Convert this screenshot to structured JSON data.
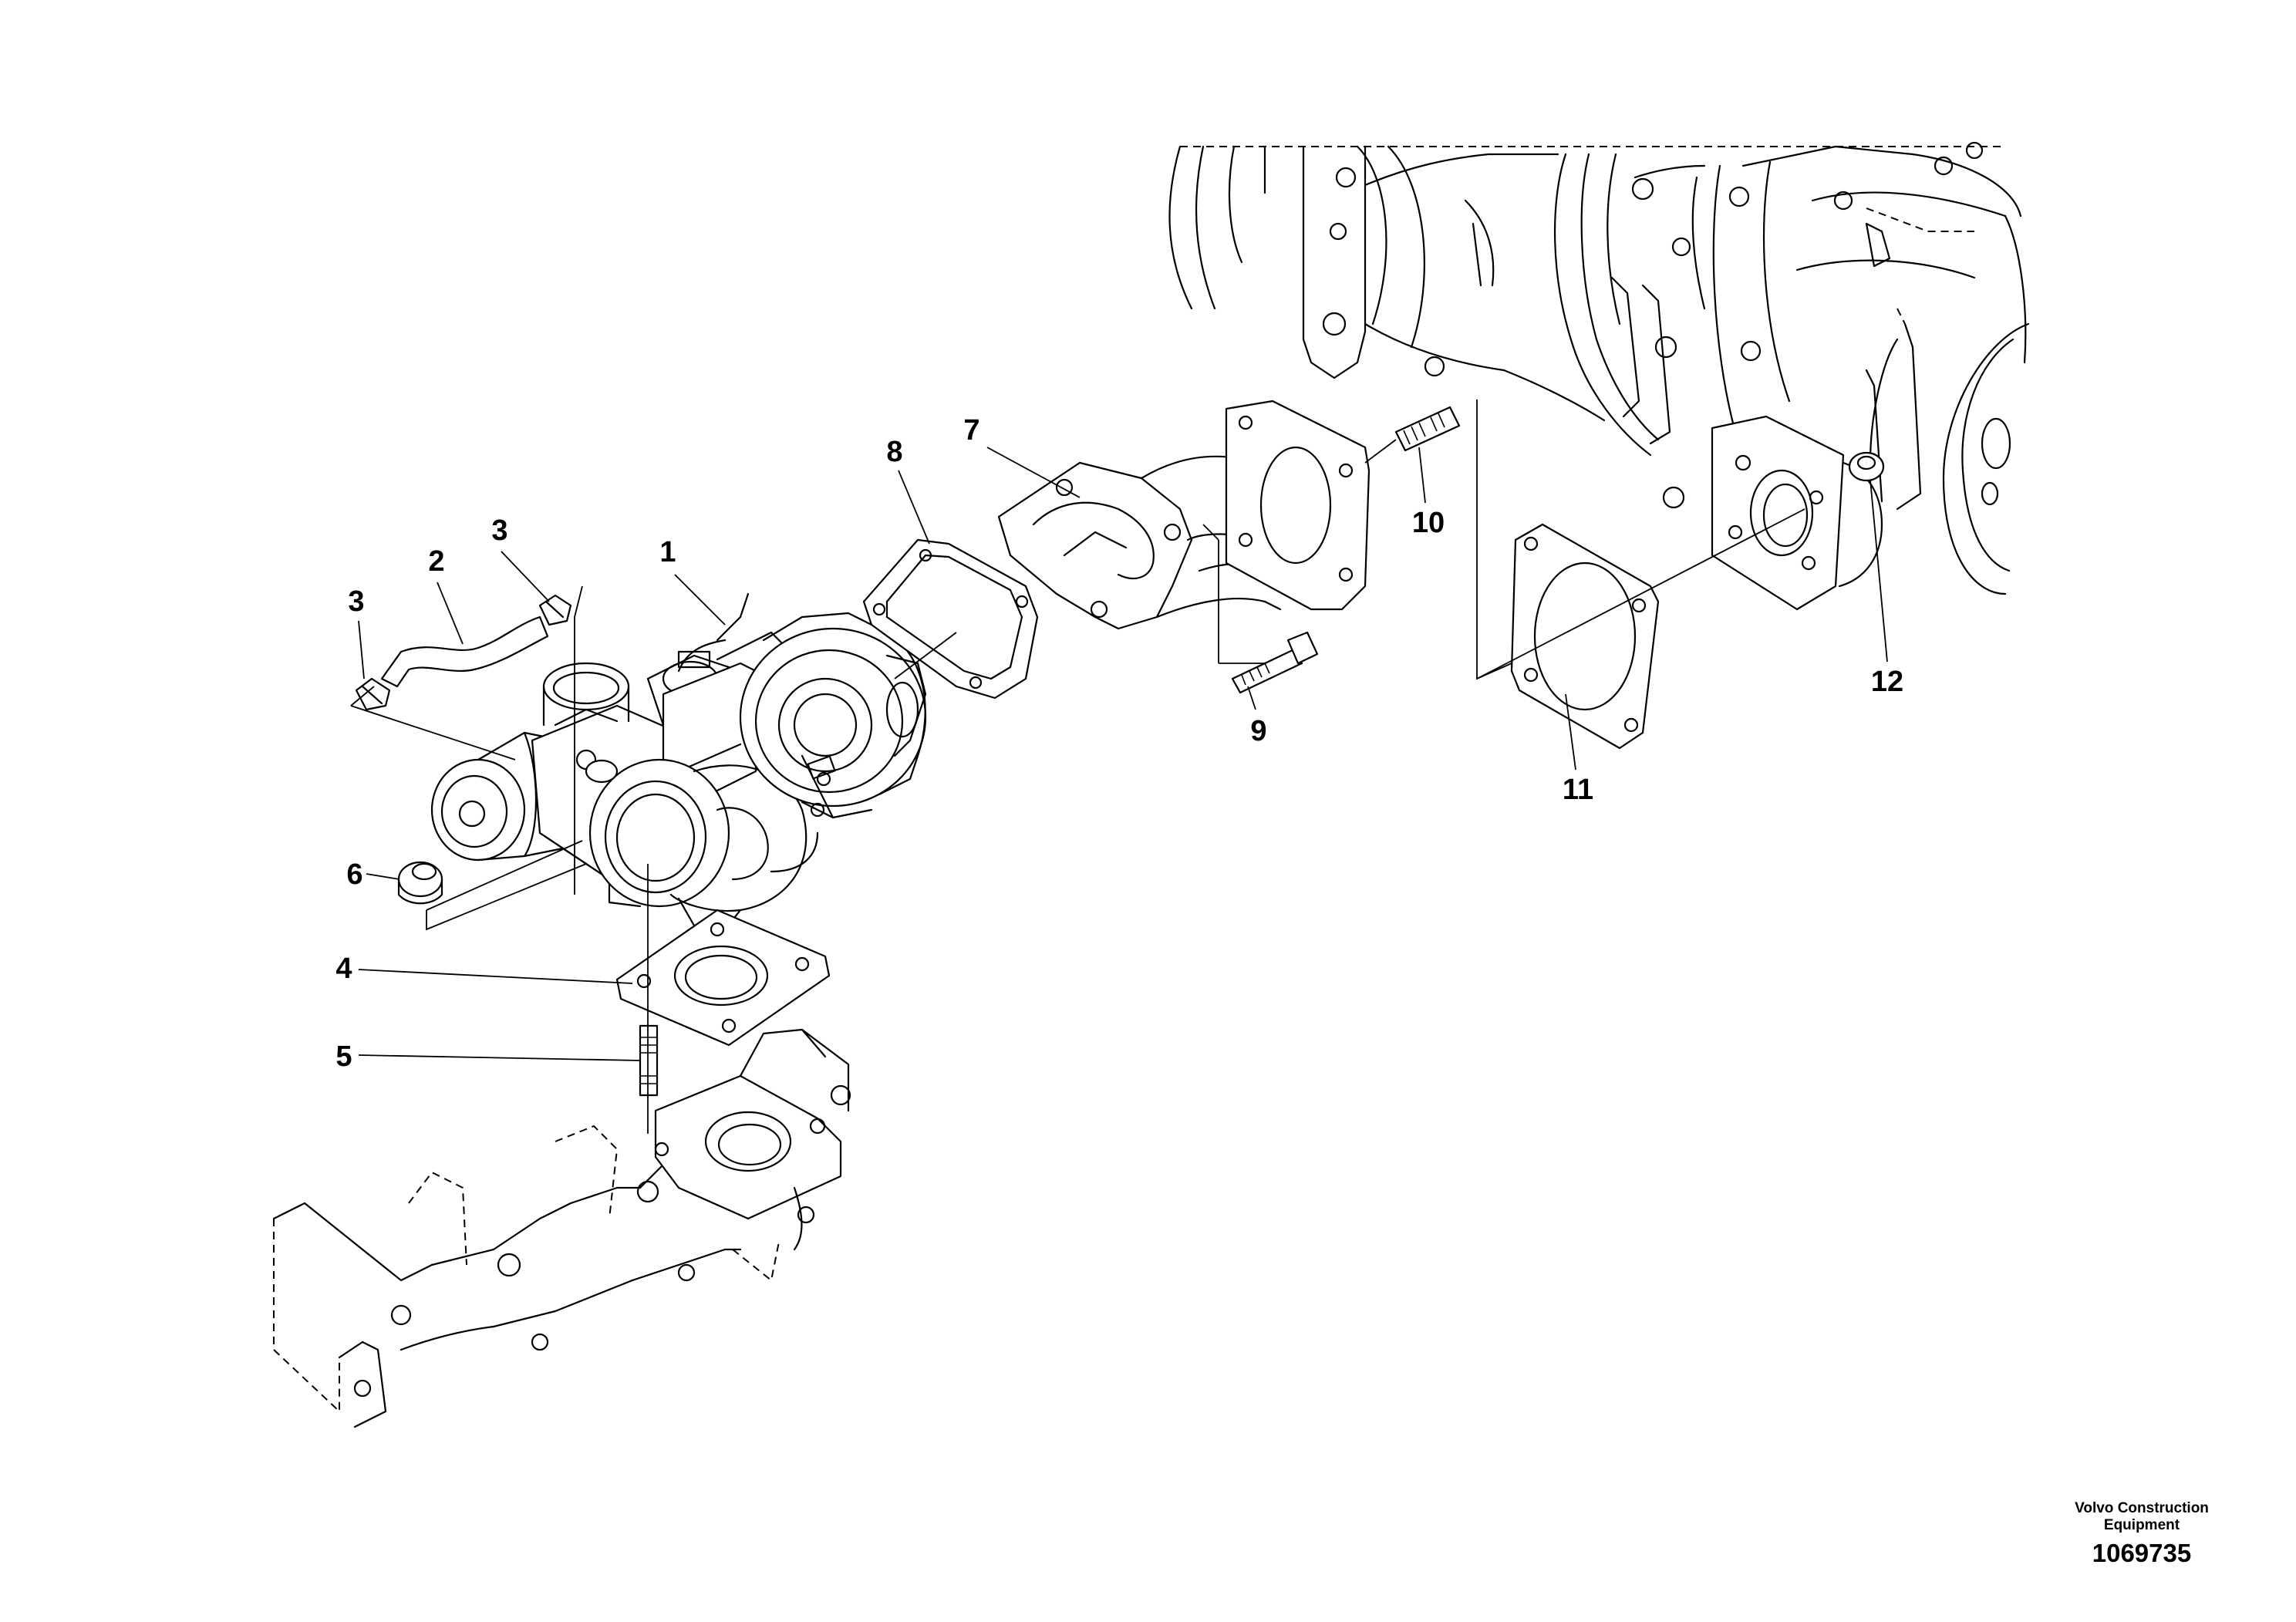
{
  "callouts": [
    {
      "id": "1",
      "label": "1"
    },
    {
      "id": "2",
      "label": "2"
    },
    {
      "id": "3a",
      "label": "3"
    },
    {
      "id": "3b",
      "label": "3"
    },
    {
      "id": "4",
      "label": "4"
    },
    {
      "id": "5",
      "label": "5"
    },
    {
      "id": "6",
      "label": "6"
    },
    {
      "id": "7",
      "label": "7"
    },
    {
      "id": "8",
      "label": "8"
    },
    {
      "id": "9",
      "label": "9"
    },
    {
      "id": "10",
      "label": "10"
    },
    {
      "id": "11",
      "label": "11"
    },
    {
      "id": "12",
      "label": "12"
    }
  ],
  "footer": {
    "brand_line1": "Volvo Construction",
    "brand_line2": "Equipment",
    "doc_number": "1069735"
  }
}
